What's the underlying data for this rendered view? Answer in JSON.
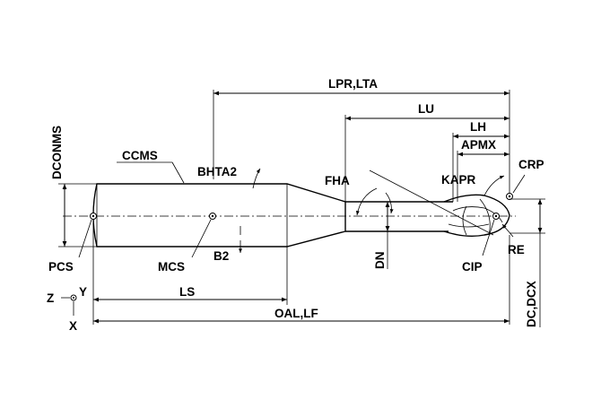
{
  "labels": {
    "lpr_lta": "LPR,LTA",
    "lu": "LU",
    "lh": "LH",
    "apmx": "APMX",
    "crp": "CRP",
    "kapr": "KAPR",
    "fha": "FHA",
    "bhta2": "BHTA2",
    "ccms": "CCMS",
    "dconms": "DCONMS",
    "pcs": "PCS",
    "mcs": "MCS",
    "b2": "B2",
    "dn": "DN",
    "cip": "CIP",
    "re": "RE",
    "ls": "LS",
    "oal_lf": "OAL,LF",
    "dc_dcx": "DC,DCX",
    "axis_z": "Z",
    "axis_y": "Y",
    "axis_x": "X"
  }
}
